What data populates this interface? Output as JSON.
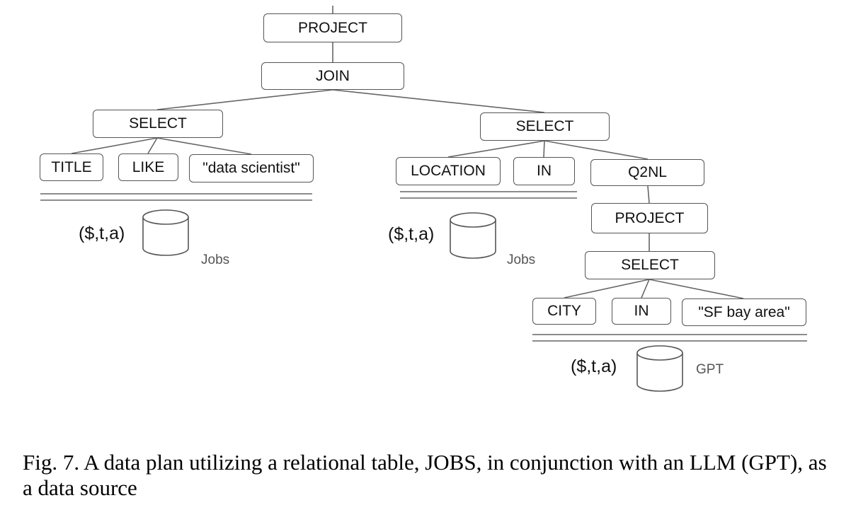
{
  "diagram": {
    "nodes": {
      "root_project": "PROJECT",
      "join": "JOIN",
      "left_select": "SELECT",
      "title": "TITLE",
      "like": "LIKE",
      "data_scientist": "\"data scientist\"",
      "right_select": "SELECT",
      "location": "LOCATION",
      "in_right": "IN",
      "q2nl": "Q2NL",
      "inner_project": "PROJECT",
      "inner_select": "SELECT",
      "city": "CITY",
      "in_inner": "IN",
      "sf_bay_area": "\"SF bay area\""
    },
    "sources": [
      {
        "tuple": "($,t,a)",
        "label": "Jobs"
      },
      {
        "tuple": "($,t,a)",
        "label": "Jobs"
      },
      {
        "tuple": "($,t,a)",
        "label": "GPT"
      }
    ],
    "icons": {
      "data_source": "database-cylinder-icon"
    },
    "colors": {
      "line": "#666666",
      "node_border": "#555555",
      "label": "#555555"
    }
  },
  "caption": "Fig. 7.  A data plan utilizing a relational table, JOBS, in conjunction with an LLM (GPT), as a data source"
}
